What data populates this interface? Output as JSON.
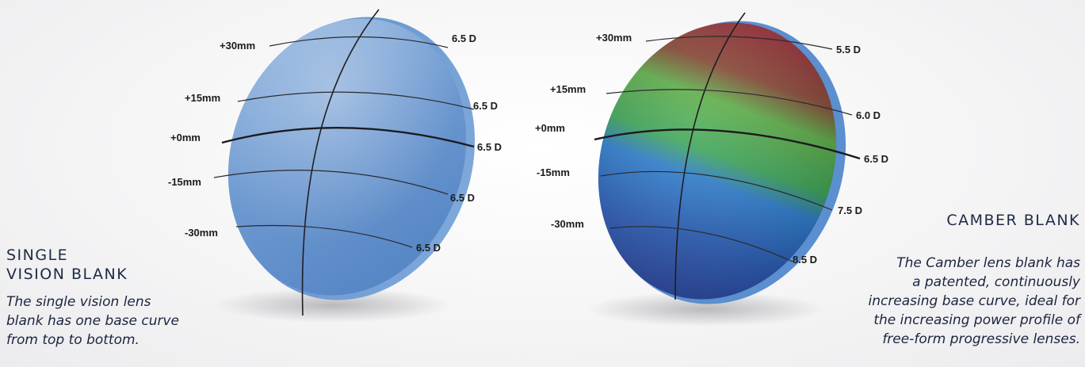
{
  "single_vision": {
    "title_line1": "SINGLE",
    "title_line2": "VISION BLANK",
    "description_lines": [
      "The single vision lens",
      "blank has one base curve",
      "from top to bottom."
    ],
    "positions": [
      "+30mm",
      "+15mm",
      "+0mm",
      "-15mm",
      "-30mm"
    ],
    "base_curves": [
      "6.5 D",
      "6.5 D",
      "6.5 D",
      "6.5 D",
      "6.5 D"
    ],
    "lens_color": "#6a97cf"
  },
  "camber": {
    "title": "CAMBER BLANK",
    "description_lines": [
      "The Camber lens blank has",
      "a patented, continuously",
      "increasing base curve, ideal for",
      "the increasing power profile of",
      "free-form progressive lenses."
    ],
    "positions": [
      "+30mm",
      "+15mm",
      "+0mm",
      "-15mm",
      "-30mm"
    ],
    "base_curves": [
      "5.5 D",
      "6.0 D",
      "6.5 D",
      "7.5 D",
      "8.5 D"
    ],
    "gradient_colors": [
      "#9b2f3a",
      "#5fb04a",
      "#2f7fd0",
      "#2e4aa4"
    ]
  }
}
